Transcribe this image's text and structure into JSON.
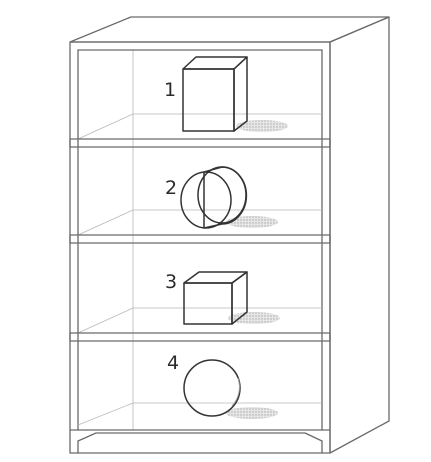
{
  "shelves": [
    {
      "number": "1",
      "object": "cube-prism"
    },
    {
      "number": "2",
      "object": "cylinder"
    },
    {
      "number": "3",
      "object": "cube"
    },
    {
      "number": "4",
      "object": "sphere"
    }
  ],
  "colors": {
    "line": "#6a6a6a",
    "object_line": "#333333",
    "shadow": "#c4c4c4",
    "face_light": "#f7f7f7",
    "face_top": "#ececec",
    "face_side": "#dedede"
  }
}
